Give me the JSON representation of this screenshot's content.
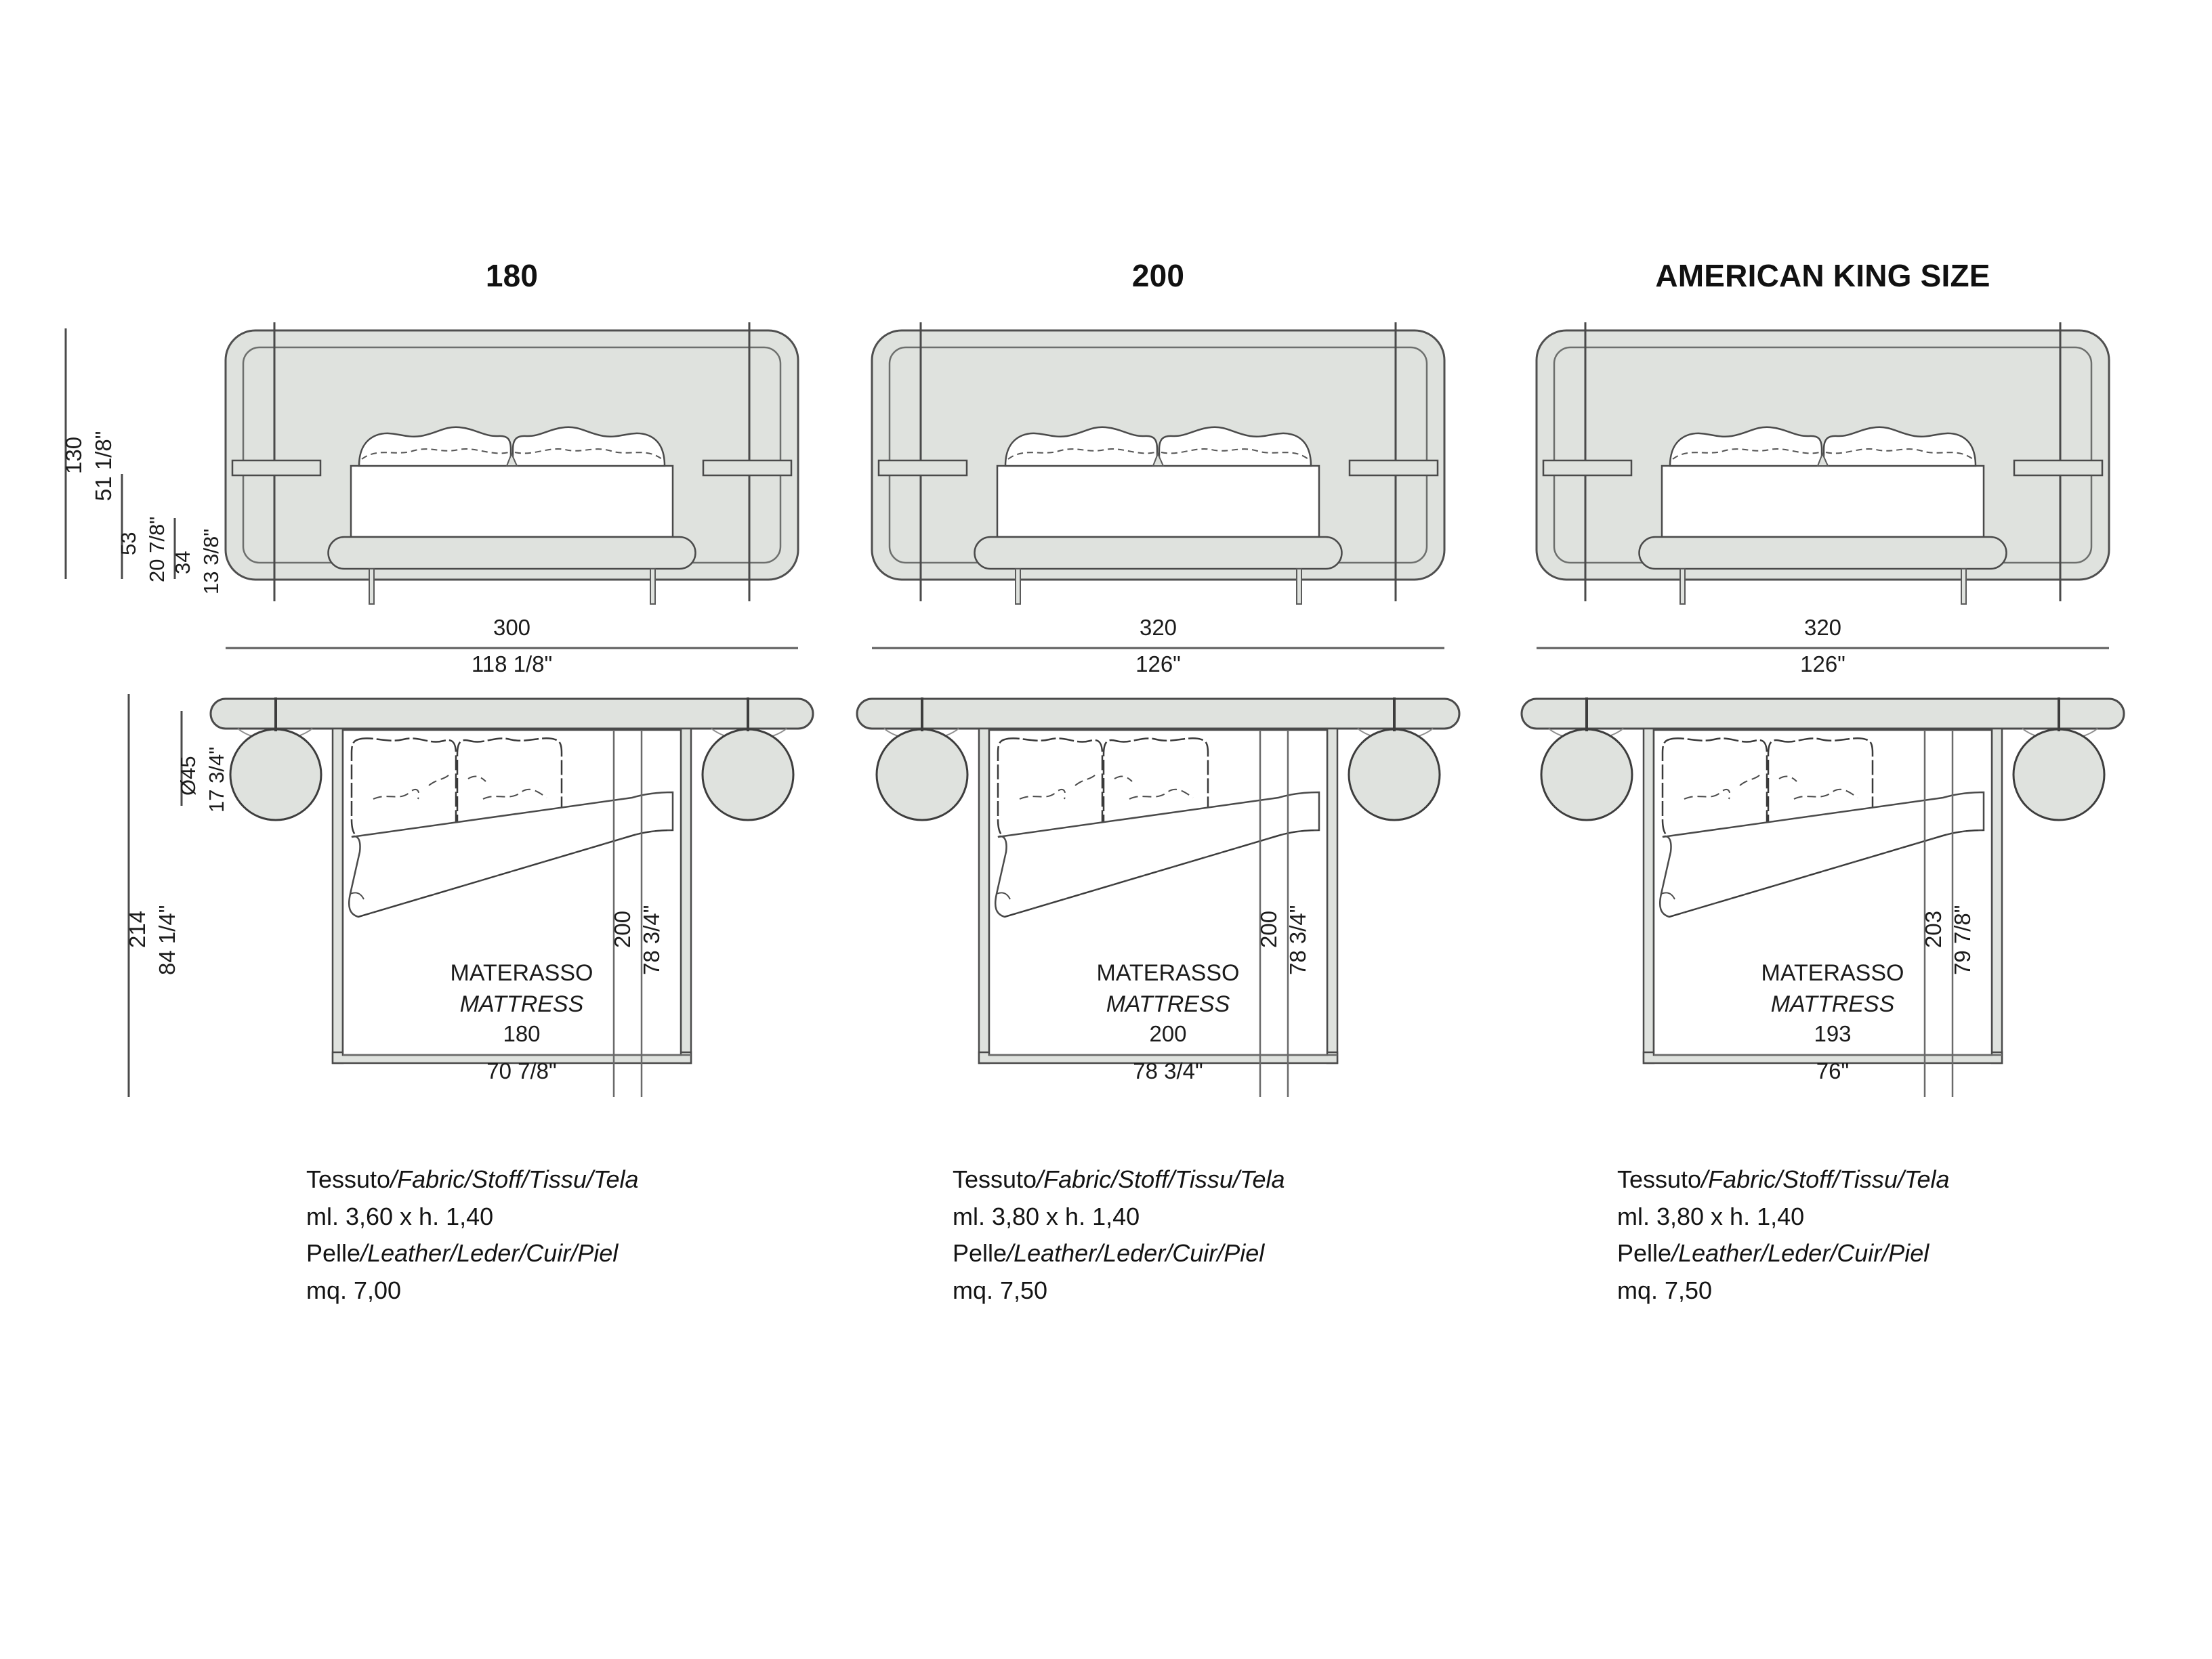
{
  "sheet": {
    "type": "furniture-technical-drawing",
    "background": "#ffffff",
    "line_color": "#4a4a4a",
    "fill_color": "#dfe2de"
  },
  "columns": [
    {
      "id": "col-180",
      "title": "180",
      "elevation": {
        "overall_width_cm": "300",
        "overall_width_in": "118 1/8\""
      },
      "plan": {
        "mattress_label_it": "MATERASSO",
        "mattress_label_en": "MATTRESS",
        "mattress_width_cm": "180",
        "mattress_width_in": "70 7/8\"",
        "mattress_length_cm": "200",
        "mattress_length_in": "78 3/4\""
      },
      "caption": {
        "line1_roman": "Tessuto",
        "line1_italic": "/Fabric/Stoff/Tissu/Tela",
        "line2": "ml. 3,60 x h. 1,40",
        "line3_roman": "Pelle",
        "line3_italic": "/Leather/Leder/Cuir/Piel",
        "line4": "mq. 7,00"
      }
    },
    {
      "id": "col-200",
      "title": "200",
      "elevation": {
        "overall_width_cm": "320",
        "overall_width_in": "126\""
      },
      "plan": {
        "mattress_label_it": "MATERASSO",
        "mattress_label_en": "MATTRESS",
        "mattress_width_cm": "200",
        "mattress_width_in": "78 3/4\"",
        "mattress_length_cm": "200",
        "mattress_length_in": "78 3/4\""
      },
      "caption": {
        "line1_roman": "Tessuto",
        "line1_italic": "/Fabric/Stoff/Tissu/Tela",
        "line2": "ml. 3,80 x h. 1,40",
        "line3_roman": "Pelle",
        "line3_italic": "/Leather/Leder/Cuir/Piel",
        "line4": "mq. 7,50"
      }
    },
    {
      "id": "col-american-king-size",
      "title": "AMERICAN KING SIZE",
      "elevation": {
        "overall_width_cm": "320",
        "overall_width_in": "126\""
      },
      "plan": {
        "mattress_label_it": "MATERASSO",
        "mattress_label_en": "MATTRESS",
        "mattress_width_cm": "193",
        "mattress_width_in": "76\"",
        "mattress_length_cm": "203",
        "mattress_length_in": "79 7/8\""
      },
      "caption": {
        "line1_roman": "Tessuto",
        "line1_italic": "/Fabric/Stoff/Tissu/Tela",
        "line2": "ml. 3,80 x h. 1,40",
        "line3_roman": "Pelle",
        "line3_italic": "/Leather/Leder/Cuir/Piel",
        "line4": "mq. 7,50"
      }
    }
  ],
  "left_dimensions": {
    "headboard_height_cm": "130",
    "headboard_height_in": "51 1/8\"",
    "mattress_top_height_cm": "53",
    "mattress_top_height_in": "20 7/8\"",
    "base_height_cm": "34",
    "base_height_in": "13 3/8\"",
    "nightstand_diameter_cm": "Ø45",
    "nightstand_diameter_in": "17 3/4\"",
    "plan_depth_cm": "214",
    "plan_depth_in": "84 1/4\""
  }
}
